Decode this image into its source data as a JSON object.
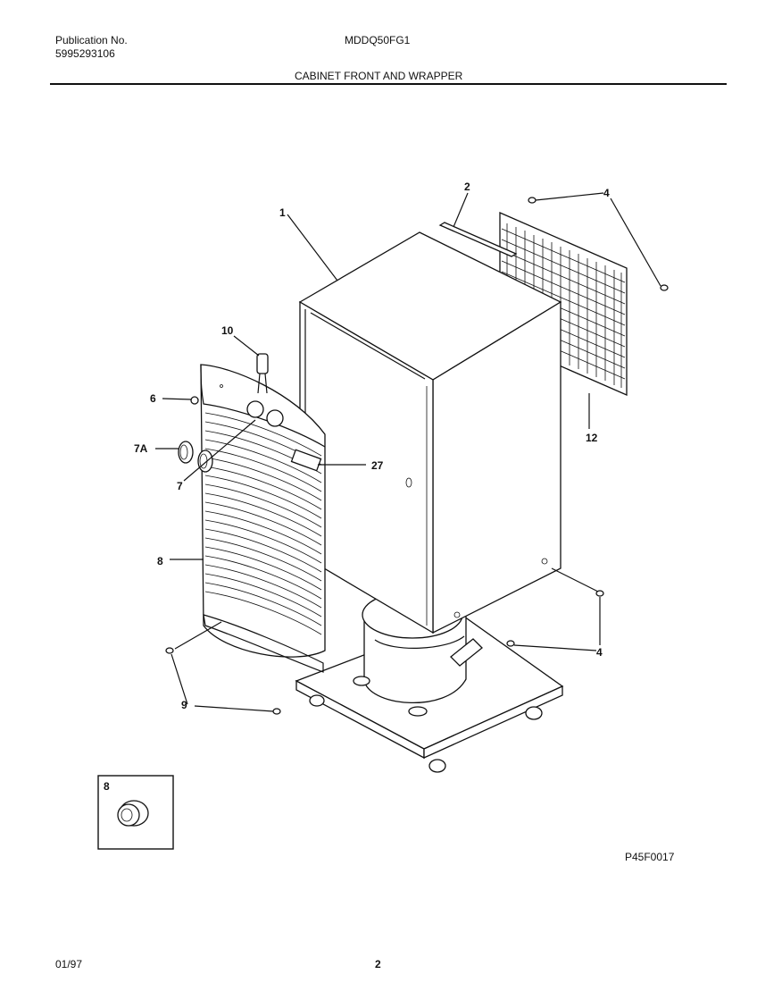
{
  "header": {
    "publication_label": "Publication No.",
    "publication_number": "5995293106",
    "model": "MDDQ50FG1",
    "section_title": "CABINET FRONT AND WRAPPER"
  },
  "callouts": {
    "c1": "1",
    "c2": "2",
    "c4a": "4",
    "c4b": "4",
    "c10": "10",
    "c6": "6",
    "c7a": "7A",
    "c7": "7",
    "c27": "27",
    "c8front": "8",
    "c9": "9",
    "c12": "12",
    "c8box": "8"
  },
  "drawing_number": "P45F0017",
  "footer": {
    "date": "01/97",
    "page": "2"
  }
}
